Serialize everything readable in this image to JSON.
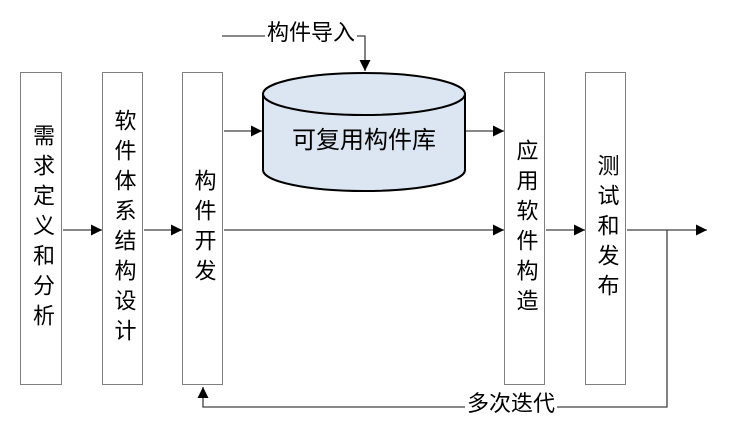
{
  "diagram": {
    "type": "flowchart",
    "topic": "component-based software development process",
    "boxes": [
      {
        "id": "requirements",
        "label": "需求定义和分析"
      },
      {
        "id": "architecture",
        "label": "软件体系结构设计"
      },
      {
        "id": "component-dev",
        "label": "构件开发"
      },
      {
        "id": "app-construction",
        "label": "应用软件构造"
      },
      {
        "id": "test-release",
        "label": "测试和发布"
      }
    ],
    "cylinder": {
      "label": "可复用构件库"
    },
    "labels": {
      "import": "构件导入",
      "iteration": "多次迭代"
    },
    "colors": {
      "background": "#ffffff",
      "box_fill": "#ffffff",
      "box_border": "#7f7f7f",
      "line": "#404040",
      "arrowhead": "#000000",
      "cylinder_fill": "#dce6f2",
      "cylinder_stroke": "#000000",
      "text": "#000000"
    }
  }
}
